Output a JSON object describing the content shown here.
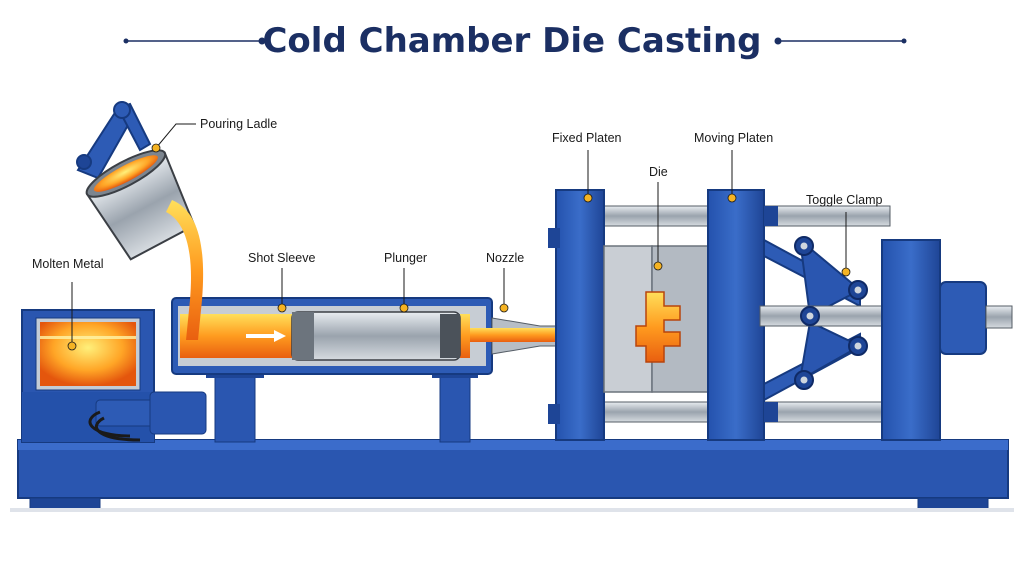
{
  "title": "Cold Chamber Die Casting",
  "labels": {
    "pouring_ladle": "Pouring Ladle",
    "molten_metal": "Molten Metal",
    "shot_sleeve": "Shot Sleeve",
    "plunger": "Plunger",
    "nozzle": "Nozzle",
    "fixed_platen": "Fixed Platen",
    "die": "Die",
    "moving_platen": "Moving Platen",
    "toggle_clamp": "Toggle Clamp"
  },
  "colors": {
    "title": "#1b2f63",
    "machine_blue": "#2d5bb5",
    "machine_dark": "#1e3f8a",
    "molten": "#f7931e",
    "molten_hot": "#ffd23f",
    "steel": "#b9c0c8",
    "marker": "#f5b323"
  }
}
